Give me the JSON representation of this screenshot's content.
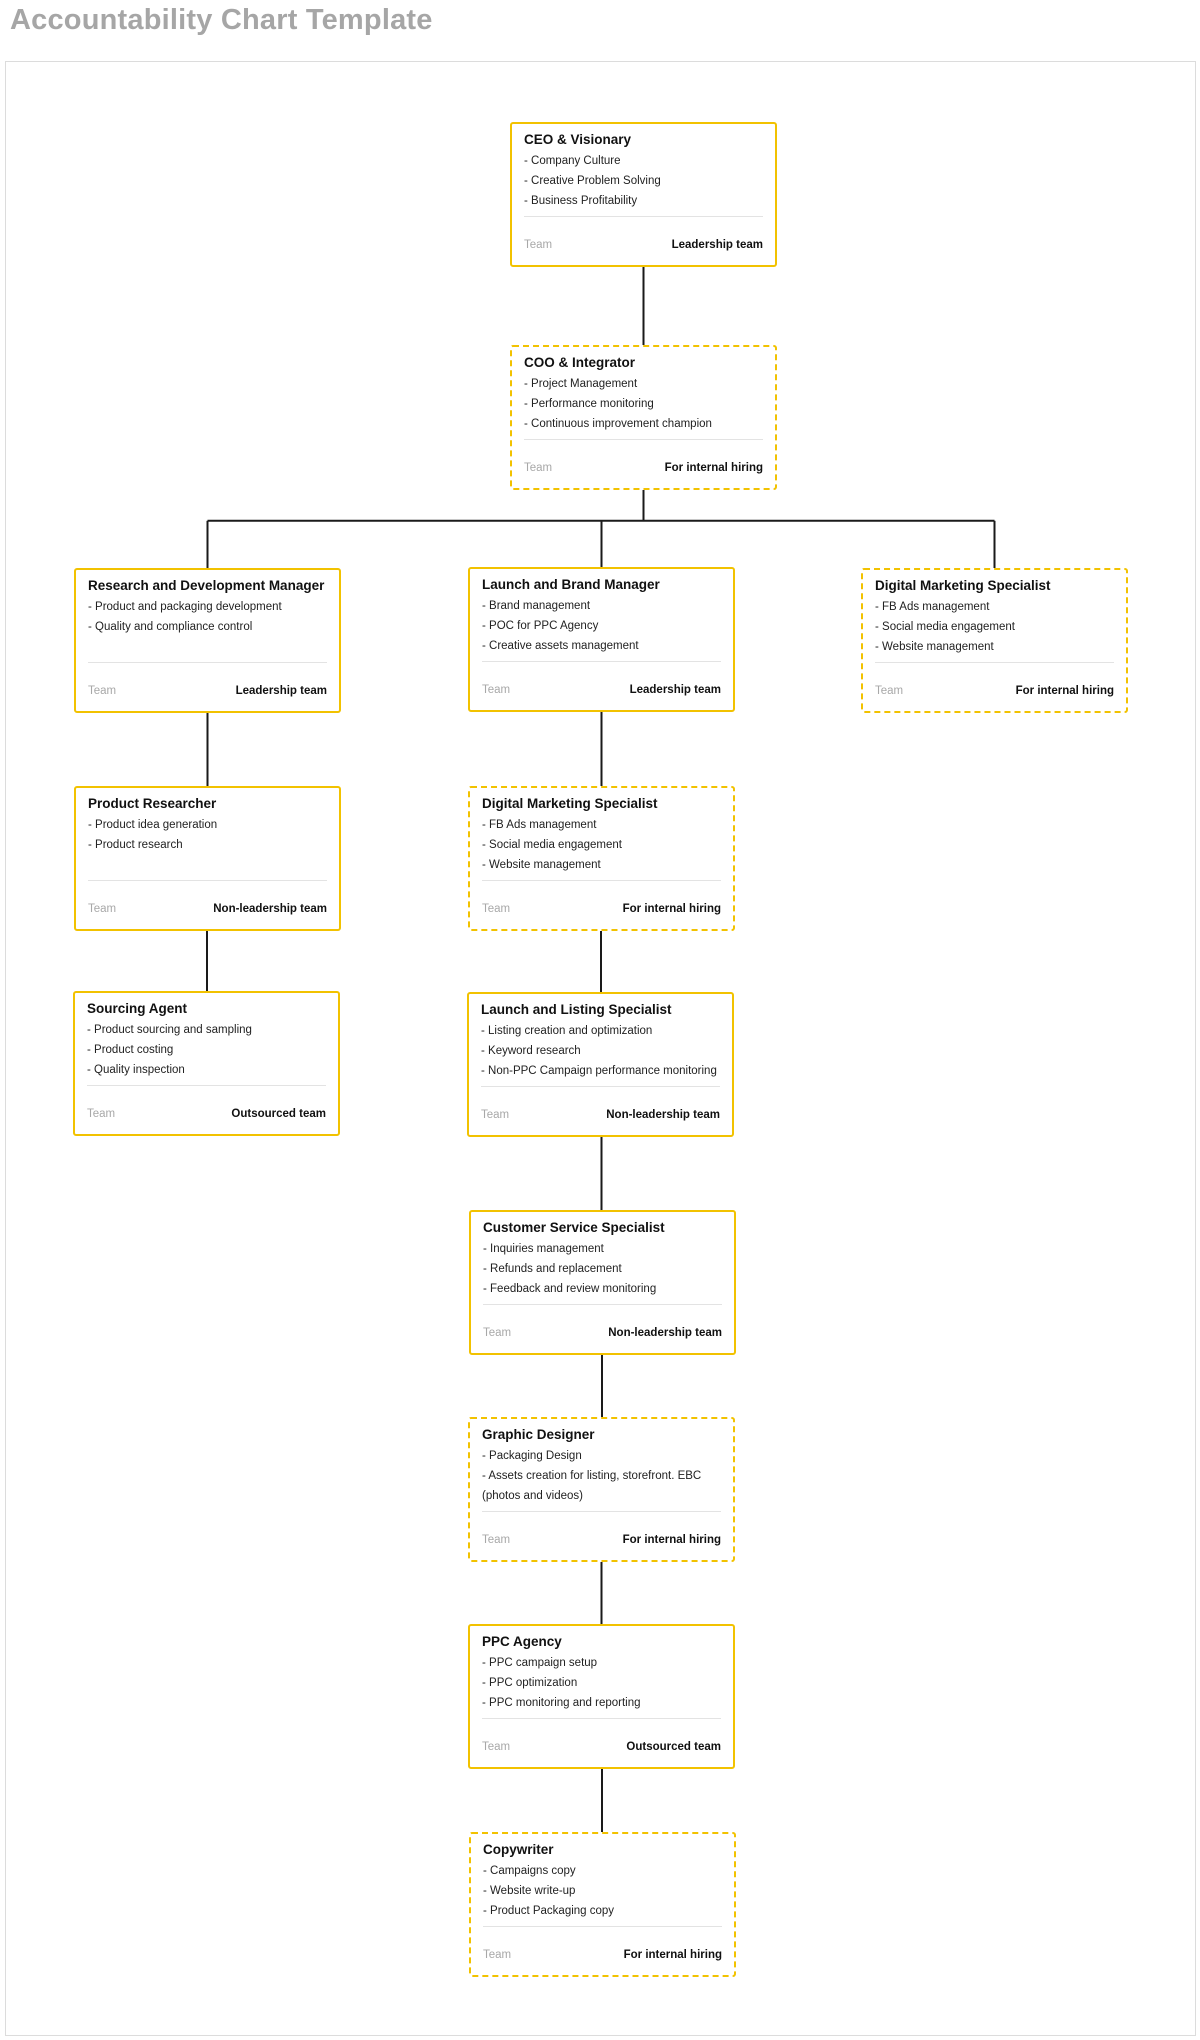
{
  "page": {
    "title": "Accountability Chart Template"
  },
  "colors": {
    "accent": "#f2c200",
    "connector": "#1a1a1a",
    "title": "#a6a6a6"
  },
  "nodes": [
    {
      "id": "ceo",
      "title": "CEO & Visionary",
      "items": [
        "- Company Culture",
        "- Creative Problem Solving",
        "- Business Profitability"
      ],
      "team_label": "Team",
      "team": "Leadership team",
      "style": "solid"
    },
    {
      "id": "coo",
      "title": "COO & Integrator",
      "items": [
        "- Project Management",
        "- Performance monitoring",
        "- Continuous improvement champion"
      ],
      "team_label": "Team",
      "team": "For internal hiring",
      "style": "dashed"
    },
    {
      "id": "rnd",
      "title": "Research and Development Manager",
      "items": [
        "- Product and packaging development",
        "- Quality and compliance control"
      ],
      "team_label": "Team",
      "team": "Leadership team",
      "style": "solid"
    },
    {
      "id": "launch-brand",
      "title": "Launch and Brand Manager",
      "items": [
        "- Brand management",
        "- POC for PPC Agency",
        "- Creative assets management"
      ],
      "team_label": "Team",
      "team": "Leadership team",
      "style": "solid"
    },
    {
      "id": "dms-right",
      "title": "Digital Marketing Specialist",
      "items": [
        "- FB Ads management",
        "- Social media engagement",
        "- Website management"
      ],
      "team_label": "Team",
      "team": "For internal hiring",
      "style": "dashed"
    },
    {
      "id": "product-researcher",
      "title": "Product Researcher",
      "items": [
        "- Product idea generation",
        "- Product research"
      ],
      "team_label": "Team",
      "team": "Non-leadership team",
      "style": "solid"
    },
    {
      "id": "dms-center",
      "title": "Digital Marketing Specialist",
      "items": [
        "- FB Ads management",
        "- Social media engagement",
        "- Website management"
      ],
      "team_label": "Team",
      "team": "For internal hiring",
      "style": "dashed"
    },
    {
      "id": "sourcing-agent",
      "title": "Sourcing Agent",
      "items": [
        "- Product sourcing and sampling",
        "- Product costing",
        "- Quality inspection"
      ],
      "team_label": "Team",
      "team": "Outsourced team",
      "style": "solid"
    },
    {
      "id": "launch-listing",
      "title": "Launch and Listing Specialist",
      "items": [
        "- Listing creation and optimization",
        "- Keyword research",
        "- Non-PPC Campaign performance monitoring"
      ],
      "team_label": "Team",
      "team": "Non-leadership team",
      "style": "solid"
    },
    {
      "id": "customer-service",
      "title": "Customer Service Specialist",
      "items": [
        "- Inquiries management",
        "- Refunds and replacement",
        "- Feedback and review monitoring"
      ],
      "team_label": "Team",
      "team": "Non-leadership team",
      "style": "solid"
    },
    {
      "id": "graphic-designer",
      "title": "Graphic Designer",
      "items": [
        "- Packaging Design",
        "- Assets creation for listing, storefront. EBC (photos and videos)"
      ],
      "team_label": "Team",
      "team": "For internal hiring",
      "style": "dashed"
    },
    {
      "id": "ppc-agency",
      "title": "PPC Agency",
      "items": [
        "- PPC campaign setup",
        "- PPC optimization",
        "- PPC monitoring and reporting"
      ],
      "team_label": "Team",
      "team": "Outsourced team",
      "style": "solid"
    },
    {
      "id": "copywriter",
      "title": "Copywriter",
      "items": [
        "- Campaigns copy",
        "- Website write-up",
        "- Product Packaging copy"
      ],
      "team_label": "Team",
      "team": "For internal hiring",
      "style": "dashed"
    }
  ],
  "reporting_lines": [
    [
      "ceo",
      "coo"
    ],
    [
      "coo",
      "rnd"
    ],
    [
      "coo",
      "launch-brand"
    ],
    [
      "coo",
      "dms-right"
    ],
    [
      "rnd",
      "product-researcher"
    ],
    [
      "product-researcher",
      "sourcing-agent"
    ],
    [
      "launch-brand",
      "dms-center"
    ],
    [
      "dms-center",
      "launch-listing"
    ],
    [
      "launch-listing",
      "customer-service"
    ],
    [
      "customer-service",
      "graphic-designer"
    ],
    [
      "graphic-designer",
      "ppc-agency"
    ],
    [
      "ppc-agency",
      "copywriter"
    ]
  ]
}
